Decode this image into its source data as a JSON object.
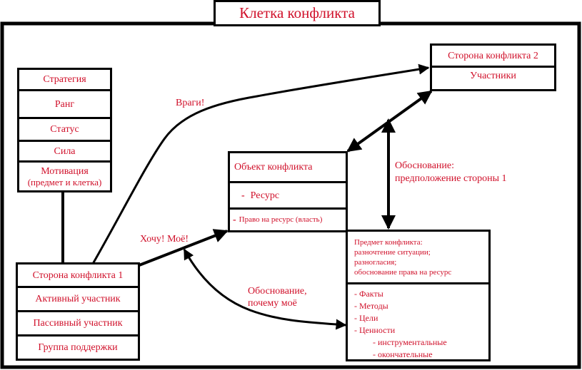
{
  "title": "Клетка конфликта",
  "left_stack": {
    "items": [
      "Стратегия",
      "Ранг",
      "Статус",
      "Сила"
    ],
    "motivation_line1": "Мотивация",
    "motivation_line2": "(предмет и клетка)"
  },
  "party1": {
    "header": "Сторона конфликта 1",
    "rows": [
      "Активный участник",
      "Пассивный участник",
      "Группа поддержки"
    ]
  },
  "party2": {
    "header": "Сторона конфликта 2",
    "row": "Участники"
  },
  "object": {
    "header": "Объект конфликта",
    "resource_dash": "-",
    "resource": "Ресурс",
    "right_dash": "-",
    "right": "Право на ресурс (власть)"
  },
  "subject": {
    "header_lines": [
      "Предмет конфликта:",
      "разночтение ситуации;",
      "разногласия;",
      "обоснование права на ресурс"
    ],
    "items": [
      "- Факты",
      "- Методы",
      "- Цели",
      "- Ценности",
      "- инструментальные",
      "- окончательные"
    ]
  },
  "labels": {
    "enemies": "Враги!",
    "mine": "Хочу! Моё!",
    "justification_mine_1": "Обоснование,",
    "justification_mine_2": "почему моё",
    "justification_p1_1": "Обоснование:",
    "justification_p1_2": "предположение стороны 1"
  },
  "colors": {
    "text": "#d0102a",
    "lines": "#000000",
    "background": "#ffffff"
  }
}
